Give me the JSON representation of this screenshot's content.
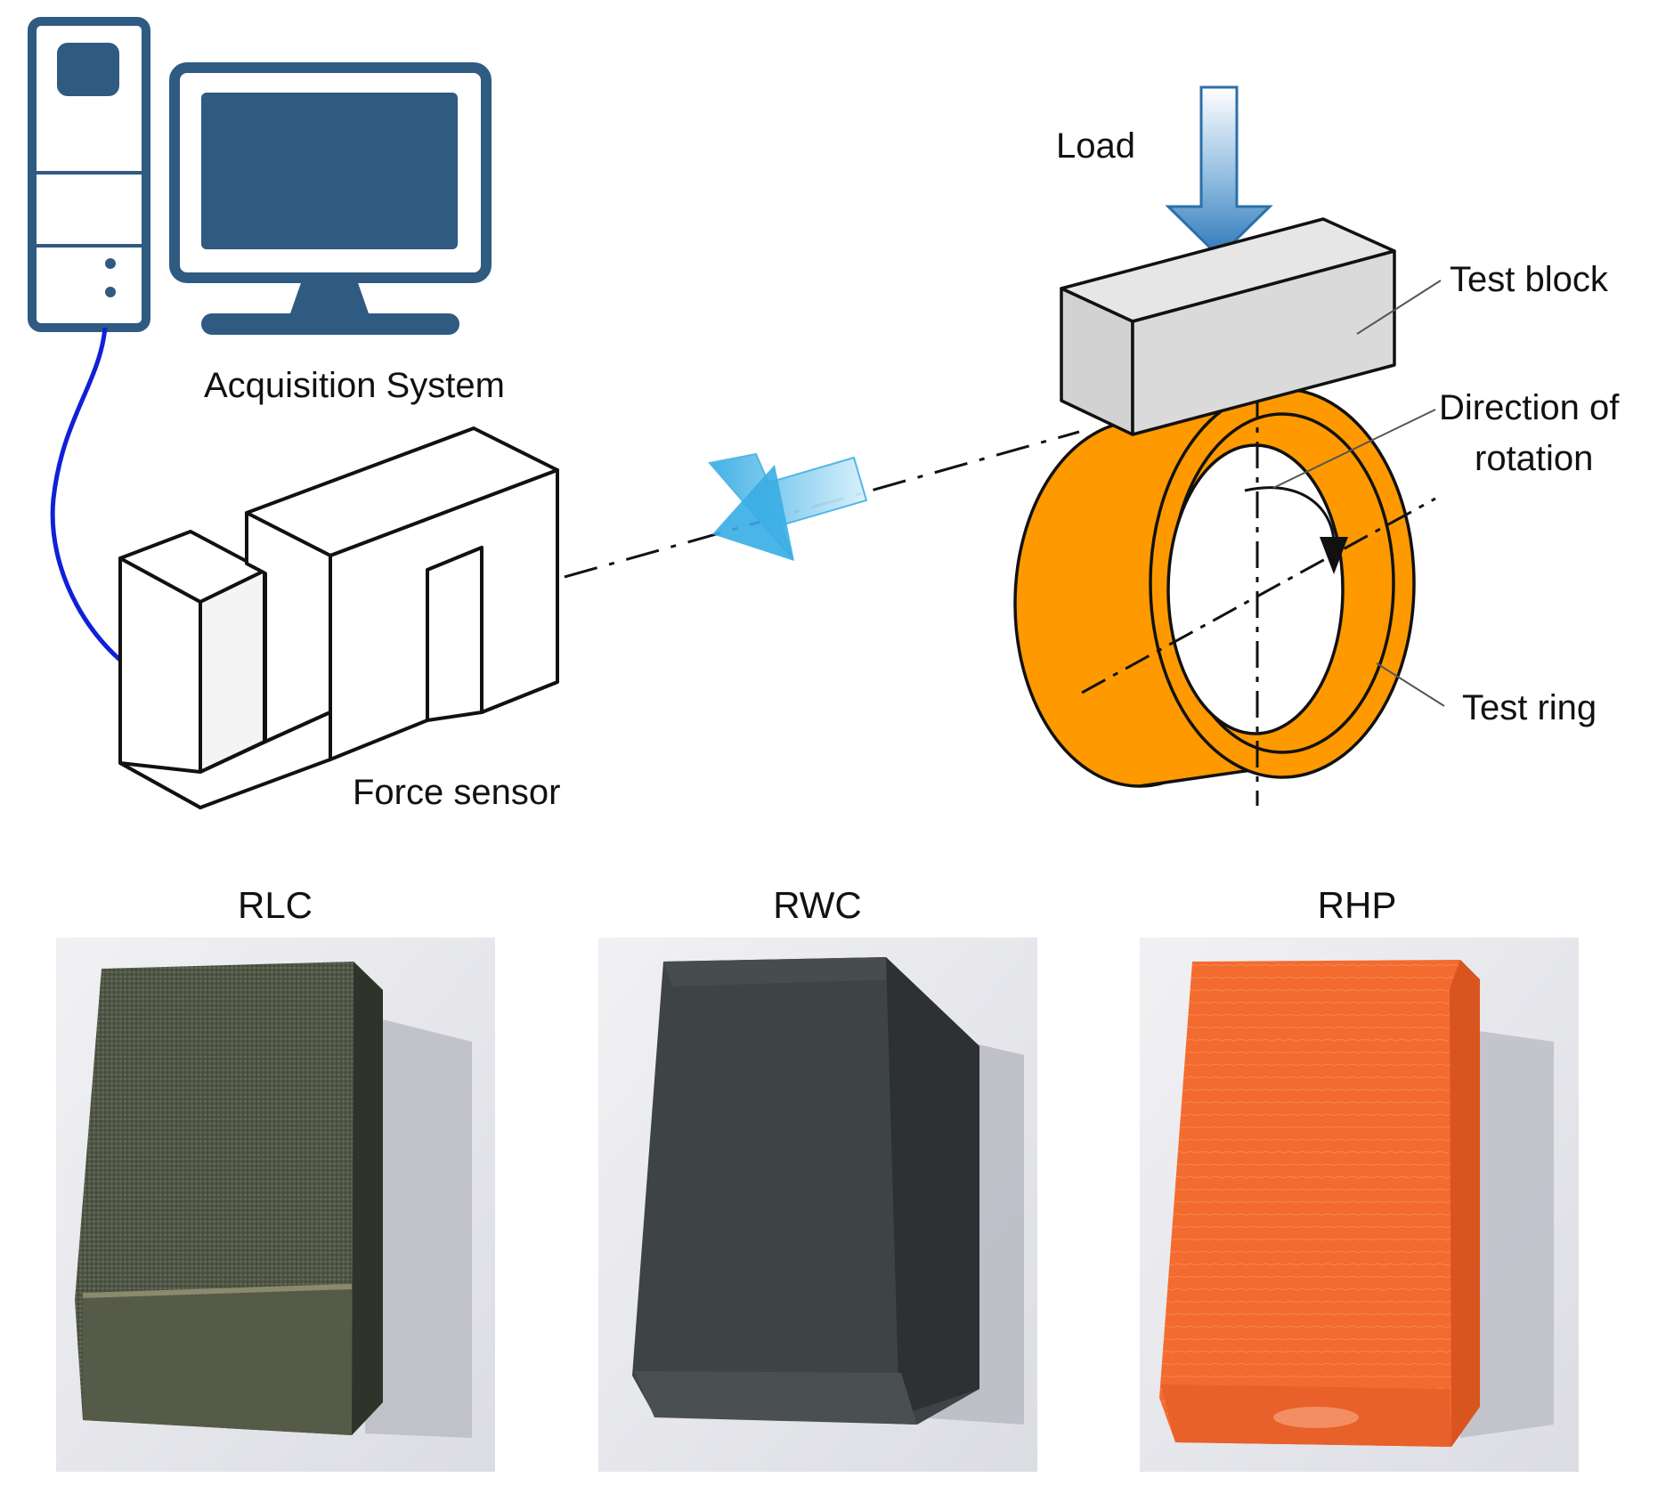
{
  "labels": {
    "acquisition_system": "Acquisition System",
    "force_sensor": "Force sensor",
    "load": "Load",
    "test_block": "Test block",
    "direction_line1": "Direction of",
    "direction_line2": "rotation",
    "test_ring": "Test ring"
  },
  "samples": [
    {
      "label": "RLC",
      "color": "#4e5544"
    },
    {
      "label": "RWC",
      "color": "#3d4244"
    },
    {
      "label": "RHP",
      "color": "#f26a2e"
    }
  ],
  "colors": {
    "computer": "#2f5a82",
    "cable": "#1020d8",
    "ring": "#ff9900",
    "block": "#d4d4d4",
    "arrow_blue": "#2c86c4"
  }
}
